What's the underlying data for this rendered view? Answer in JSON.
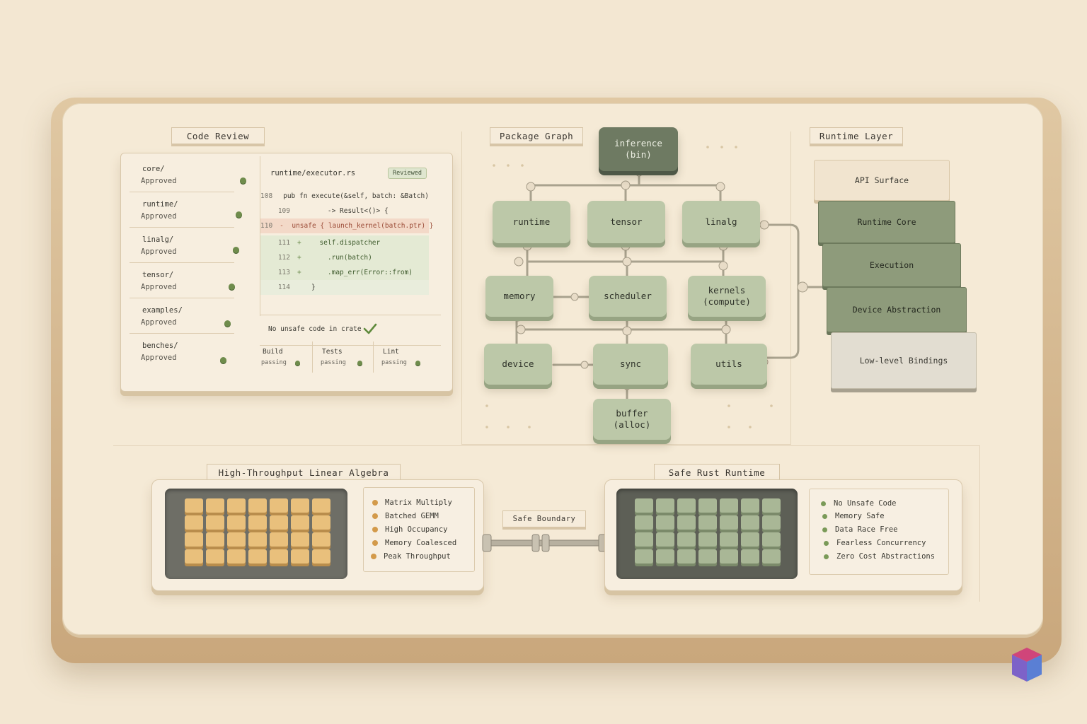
{
  "code_review": {
    "title": "Code Review",
    "items": [
      {
        "name": "core/",
        "status": "Approved"
      },
      {
        "name": "runtime/",
        "status": "Approved"
      },
      {
        "name": "linalg/",
        "status": "Approved"
      },
      {
        "name": "tensor/",
        "status": "Approved"
      },
      {
        "name": "examples/",
        "status": "Approved"
      },
      {
        "name": "benches/",
        "status": "Approved"
      }
    ],
    "file": "runtime/executor.rs",
    "badge": "Reviewed",
    "lines": [
      {
        "n": "108",
        "sign": "",
        "text": "pub fn execute(&self, batch: &Batch)"
      },
      {
        "n": "109",
        "sign": "",
        "text": "    -> Result<()> {"
      },
      {
        "n": "110",
        "sign": "-",
        "text": "  unsafe { launch_kernel(batch.ptr) }"
      },
      {
        "n": "111",
        "sign": "+",
        "text": "  self.dispatcher"
      },
      {
        "n": "112",
        "sign": "+",
        "text": "    .run(batch)"
      },
      {
        "n": "113",
        "sign": "+",
        "text": "    .map_err(Error::from)"
      },
      {
        "n": "114",
        "sign": "",
        "text": "}"
      }
    ],
    "check_text": "No unsafe code in crate",
    "checks": [
      {
        "name": "Build",
        "status": "passing"
      },
      {
        "name": "Tests",
        "status": "passing"
      },
      {
        "name": "Lint",
        "status": "passing"
      }
    ]
  },
  "package_graph": {
    "title": "Package Graph",
    "top": {
      "name": "inference",
      "sub": "(bin)"
    },
    "row1": [
      "runtime",
      "tensor",
      "linalg"
    ],
    "row2": [
      {
        "name": "memory",
        "sub": ""
      },
      {
        "name": "scheduler",
        "sub": ""
      },
      {
        "name": "kernels",
        "sub": "(compute)"
      }
    ],
    "row3": [
      "device",
      "sync",
      "utils"
    ],
    "bottom": {
      "name": "buffer",
      "sub": "(alloc)"
    }
  },
  "runtime_layer": {
    "title": "Runtime Layer",
    "layers": [
      "API Surface",
      "Runtime Core",
      "Execution",
      "Device Abstraction",
      "Low-level Bindings"
    ]
  },
  "linear_algebra": {
    "title": "High-Throughput Linear Algebra",
    "features": [
      "Matrix Multiply",
      "Batched GEMM",
      "High Occupancy",
      "Memory Coalesced",
      "Peak Throughput"
    ]
  },
  "boundary": {
    "label": "Safe Boundary"
  },
  "safe_runtime": {
    "title": "Safe Rust Runtime",
    "features": [
      "No Unsafe Code",
      "Memory Safe",
      "Data Race Free",
      "Fearless Concurrency",
      "Zero Cost Abstractions"
    ]
  },
  "colors": {
    "accent_green": "#6f8c4c",
    "accent_orange": "#d39a4a",
    "module_green": "#bcc8a8",
    "dark_green": "#6e7a62"
  }
}
